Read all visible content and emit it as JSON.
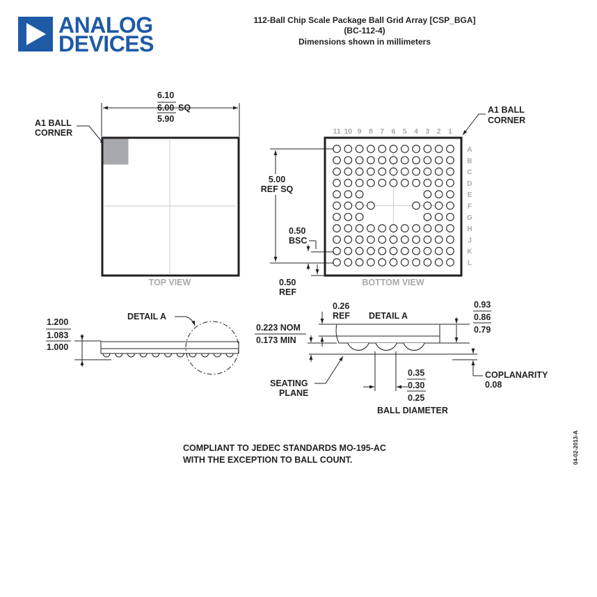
{
  "header": {
    "logo_line1": "ANALOG",
    "logo_line2": "DEVICES",
    "title_line1": "112-Ball Chip Scale Package Ball Grid Array [CSP_BGA]",
    "title_line2": "(BC-112-4)",
    "title_line3": "Dimensions shown in millimeters"
  },
  "top_view": {
    "dim_max": "6.10",
    "dim_nom": "6.00",
    "dim_sq": "SQ",
    "dim_min": "5.90",
    "a1_line1": "A1 BALL",
    "a1_line2": "CORNER",
    "label": "TOP VIEW"
  },
  "bottom_view": {
    "a1_line1": "A1 BALL",
    "a1_line2": "CORNER",
    "columns": [
      "11",
      "10",
      "9",
      "8",
      "7",
      "6",
      "5",
      "4",
      "3",
      "2",
      "1"
    ],
    "rows": [
      "A",
      "B",
      "C",
      "D",
      "E",
      "F",
      "G",
      "H",
      "J",
      "K",
      "L"
    ],
    "ref_sq_value": "5.00",
    "ref_sq_label": "REF SQ",
    "pitch_value": "0.50",
    "pitch_label": "BSC",
    "edge_value": "0.50",
    "edge_label": "REF",
    "label": "BOTTOM VIEW"
  },
  "side_view": {
    "h_max": "1.200",
    "h_nom": "1.083",
    "h_min": "1.000",
    "detail_label": "DETAIL A"
  },
  "detail_a": {
    "title": "DETAIL A",
    "ref_value": "0.26",
    "ref_label": "REF",
    "standoff_nom": "0.223 NOM",
    "standoff_min": "0.173 MIN",
    "body_max": "0.93",
    "body_nom": "0.86",
    "body_min": "0.79",
    "seating_line1": "SEATING",
    "seating_line2": "PLANE",
    "ball_max": "0.35",
    "ball_nom": "0.30",
    "ball_min": "0.25",
    "ball_label": "BALL DIAMETER",
    "coplanarity_label": "COPLANARITY",
    "coplanarity_value": "0.08"
  },
  "notes": {
    "line1": "COMPLIANT TO JEDEC STANDARDS MO-195-AC",
    "line2": "WITH THE EXCEPTION TO BALL COUNT."
  },
  "date_code": "04-02-2013-A",
  "colors": {
    "ink": "#231f20",
    "logo_blue": "#1f5aa6",
    "grey_label": "#a7a9ac",
    "a1_marker": "#a7a9ac"
  },
  "empty_ball_positions": [
    [
      4,
      3
    ],
    [
      4,
      4
    ],
    [
      4,
      5
    ],
    [
      4,
      6
    ],
    [
      4,
      7
    ],
    [
      5,
      4
    ],
    [
      5,
      5
    ],
    [
      5,
      6
    ],
    [
      6,
      3
    ],
    [
      6,
      4
    ],
    [
      6,
      5
    ],
    [
      6,
      6
    ],
    [
      6,
      7
    ]
  ]
}
